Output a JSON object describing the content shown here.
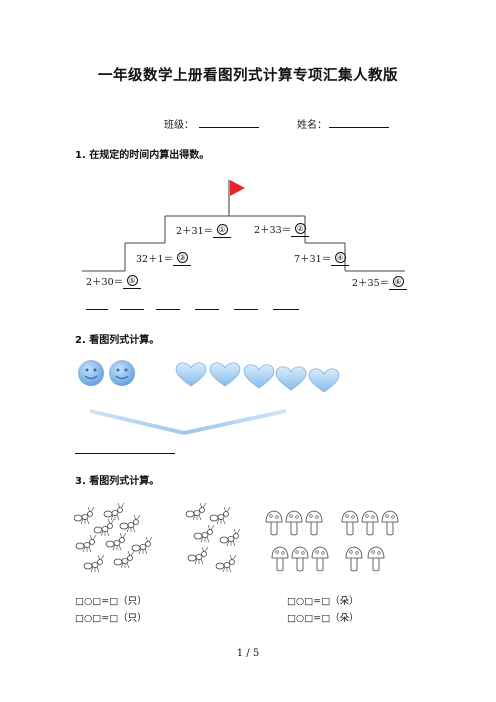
{
  "title": "一年级数学上册看图列式计算专项汇集人教版",
  "info": {
    "class_label": "班级：",
    "name_label": "姓名："
  },
  "q1": {
    "heading": "1.  在规定的时间内算出得数。",
    "equations": [
      {
        "expr": "2＋31＝",
        "num": "①"
      },
      {
        "expr": "2＋33＝",
        "num": "②"
      },
      {
        "expr": "32＋1＝",
        "num": "③"
      },
      {
        "expr": "7＋31＝",
        "num": "④"
      },
      {
        "expr": "2＋30＝",
        "num": "⑤"
      },
      {
        "expr": "2＋35＝",
        "num": "⑥"
      }
    ],
    "flag_color": "#e8262a"
  },
  "q2": {
    "heading": "2.  看图列式计算。",
    "faces_count": 2,
    "hearts_count": 5,
    "face_color": "#7fb3e8",
    "heart_color": "#a9d2f3"
  },
  "q3": {
    "heading": "3.  看图列式计算。",
    "fills": [
      "□○□=□（只）",
      "□○□=□（只）",
      "□○□=□（朵）",
      "□○□=□（朵）"
    ]
  },
  "footer": {
    "page": "1 / 5"
  }
}
